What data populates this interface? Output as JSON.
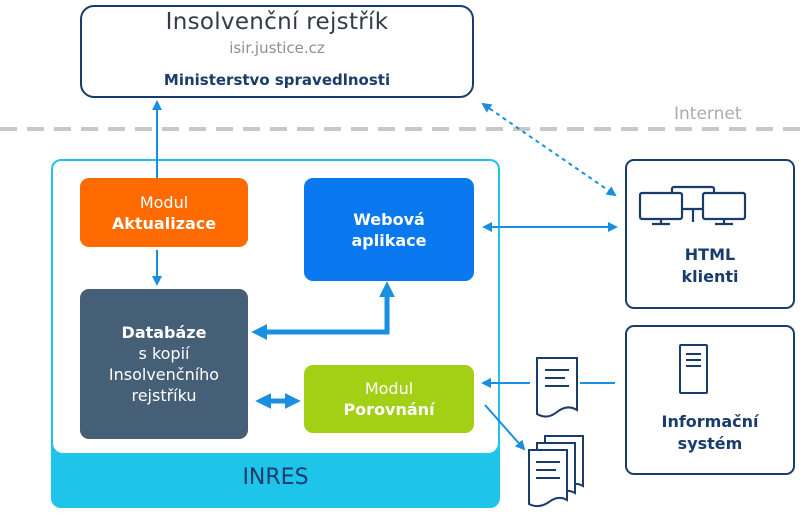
{
  "source": {
    "title": "Insolvenční rejstřík",
    "url": "isir.justice.cz",
    "org": "Ministerstvo spravedlnosti"
  },
  "internet_label": "Internet",
  "inres": {
    "label": "INRES",
    "modules": {
      "aktualizace": {
        "line1": "Modul",
        "line2": "Aktualizace"
      },
      "webova": {
        "line1": "Webová",
        "line2": "aplikace"
      },
      "databaze": {
        "line1": "Databáze",
        "line2": "s kopií",
        "line3": "Insolvenčního",
        "line4": "rejstříku"
      },
      "porovnani": {
        "line1": "Modul",
        "line2": "Porovnání"
      }
    }
  },
  "clients": {
    "html": {
      "line1": "HTML",
      "line2": "klienti",
      "icon": "monitors-icon"
    },
    "info": {
      "line1": "Informační",
      "line2": "systém",
      "icon": "server-icon"
    }
  },
  "colors": {
    "navy": "#1a3c6b",
    "cyan": "#1fc4ea",
    "orange": "#ff6b00",
    "blue": "#0a78ee",
    "slate": "#455f76",
    "lime": "#a3cf14",
    "arrow": "#1a8fe0"
  }
}
